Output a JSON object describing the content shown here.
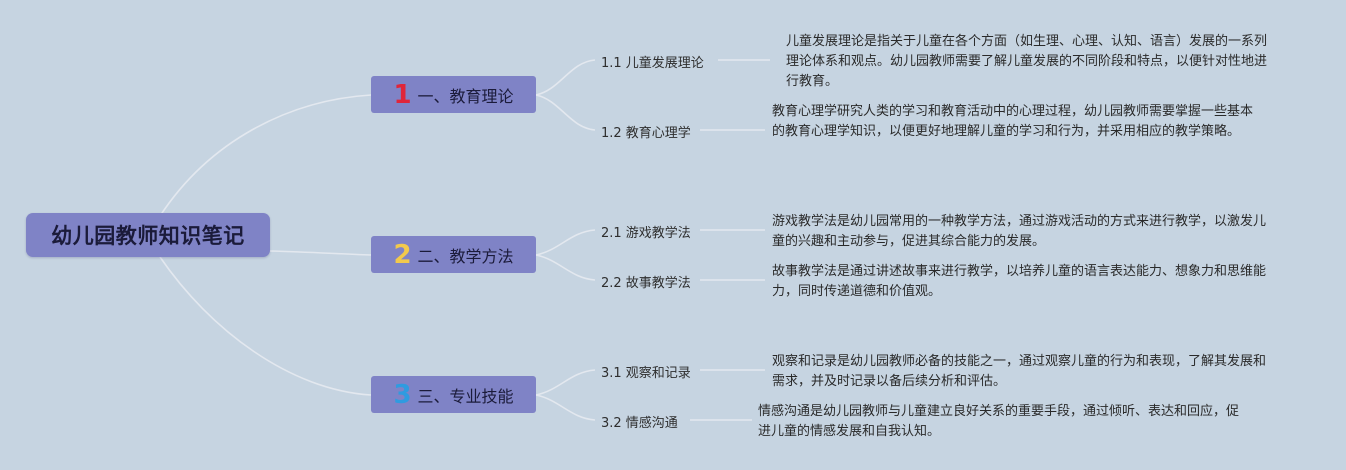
{
  "root": {
    "title": "幼儿园教师知识笔记"
  },
  "branches": [
    {
      "number": "1",
      "number_color": "#e0253a",
      "label": "一、教育理论",
      "items": [
        {
          "label": "1.1 儿童发展理论",
          "desc": "儿童发展理论是指关于儿童在各个方面（如生理、心理、认知、语言）发展的一系列理论体系和观点。幼儿园教师需要了解儿童发展的不同阶段和特点，以便针对性地进行教育。"
        },
        {
          "label": "1.2 教育心理学",
          "desc": "教育心理学研究人类的学习和教育活动中的心理过程，幼儿园教师需要掌握一些基本的教育心理学知识，以便更好地理解儿童的学习和行为，并采用相应的教学策略。"
        }
      ]
    },
    {
      "number": "2",
      "number_color": "#f2c94c",
      "label": "二、教学方法",
      "items": [
        {
          "label": "2.1 游戏教学法",
          "desc": "游戏教学法是幼儿园常用的一种教学方法，通过游戏活动的方式来进行教学，以激发儿童的兴趣和主动参与，促进其综合能力的发展。"
        },
        {
          "label": "2.2 故事教学法",
          "desc": "故事教学法是通过讲述故事来进行教学，以培养儿童的语言表达能力、想象力和思维能力，同时传递道德和价值观。"
        }
      ]
    },
    {
      "number": "3",
      "number_color": "#2f9be0",
      "label": "三、专业技能",
      "items": [
        {
          "label": "3.1 观察和记录",
          "desc": "观察和记录是幼儿园教师必备的技能之一，通过观察儿童的行为和表现，了解其发展和需求，并及时记录以备后续分析和评估。"
        },
        {
          "label": "3.2 情感沟通",
          "desc": "情感沟通是幼儿园教师与儿童建立良好关系的重要手段，通过倾听、表达和回应，促进儿童的情感发展和自我认知。"
        }
      ]
    }
  ],
  "colors": {
    "background": "#c6d4e1",
    "node": "#7f83c6",
    "edge": "#e3e8ef"
  }
}
